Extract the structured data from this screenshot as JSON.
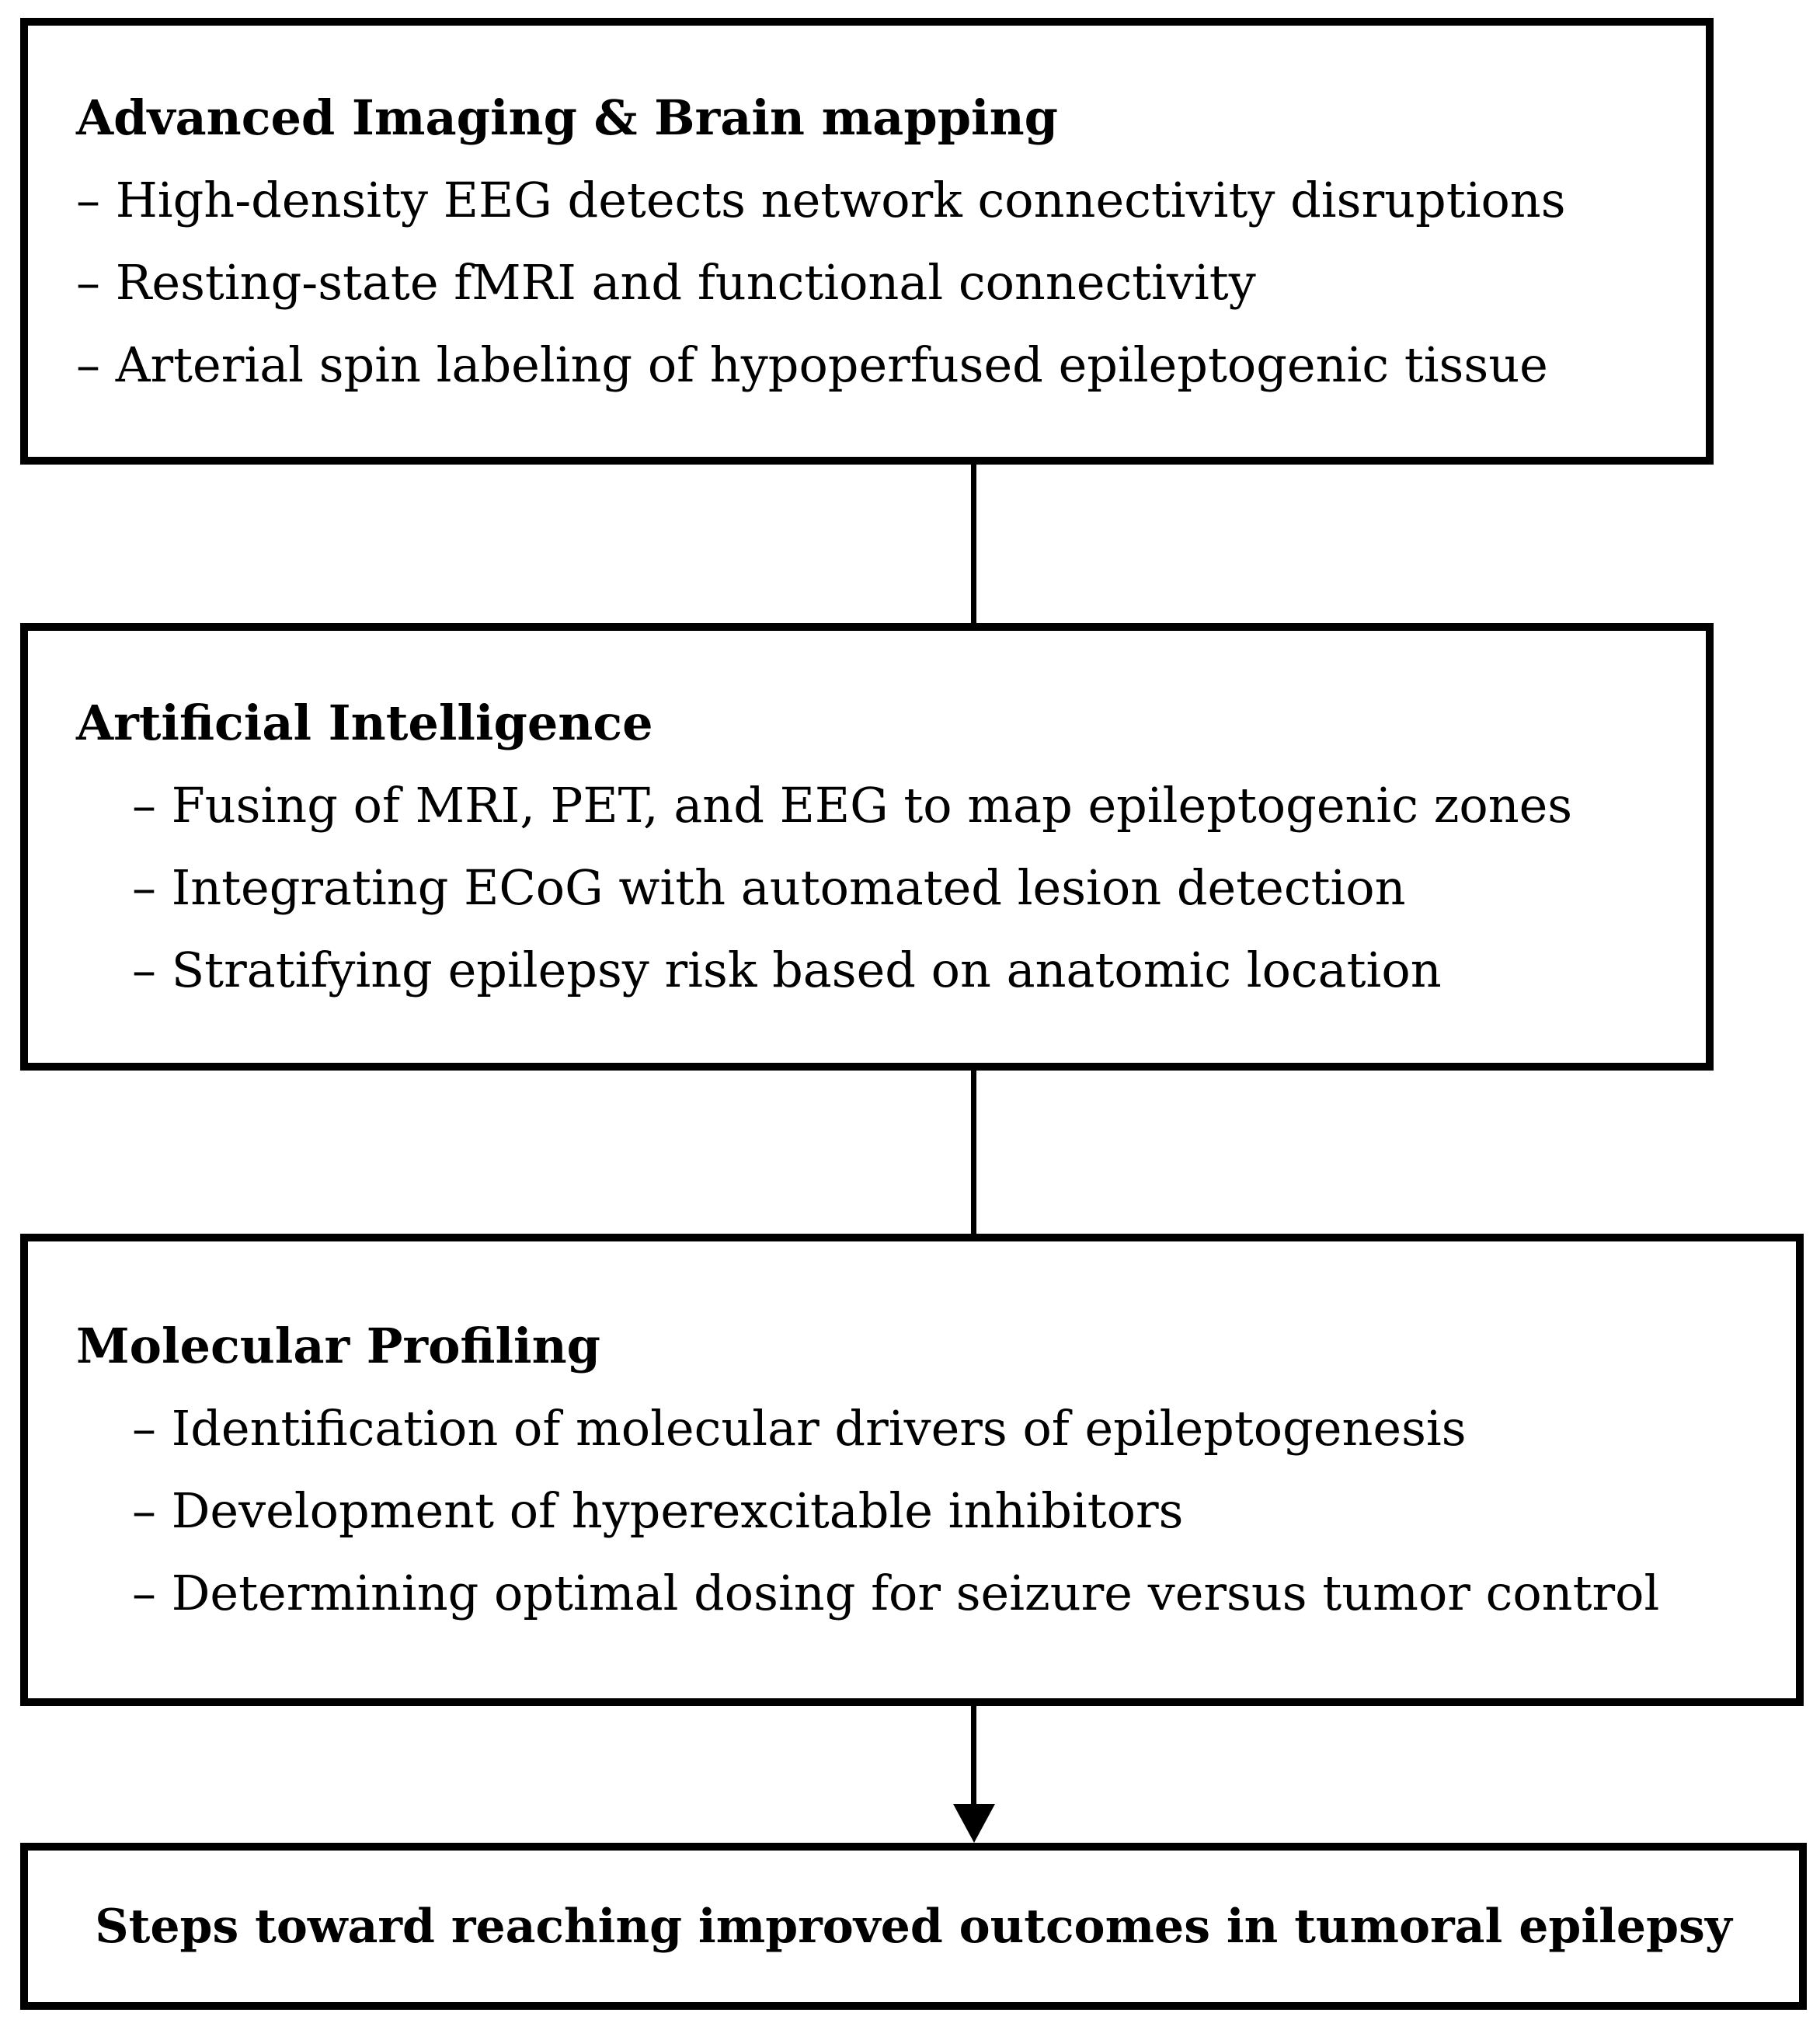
{
  "colors": {
    "ink": "#000000",
    "background": "#ffffff"
  },
  "boxes": [
    {
      "id": "advanced-imaging",
      "title": "Advanced Imaging & Brain mapping",
      "bullets": [
        "– High-density EEG detects network connectivity disruptions",
        "– Resting-state fMRI and functional connectivity",
        "– Arterial spin labeling of hypoperfused epileptogenic tissue"
      ]
    },
    {
      "id": "artificial-intelligence",
      "title": "Artificial Intelligence",
      "bullets": [
        "– Fusing of MRI, PET, and EEG to map epileptogenic zones",
        "– Integrating ECoG with automated lesion detection",
        "– Stratifying epilepsy risk based on anatomic location"
      ]
    },
    {
      "id": "molecular-profiling",
      "title": "Molecular Profiling",
      "bullets": [
        "– Identification of molecular drivers of epileptogenesis",
        "– Development of hyperexcitable inhibitors",
        "– Determining optimal dosing for seizure versus tumor control"
      ]
    },
    {
      "id": "outcome",
      "title": "Steps toward reaching improved outcomes in tumoral epilepsy",
      "bullets": []
    }
  ]
}
